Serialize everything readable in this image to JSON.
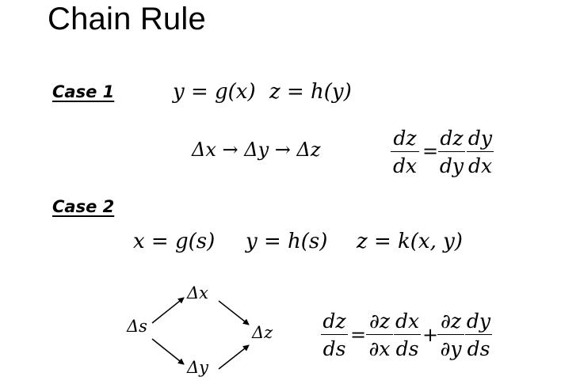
{
  "title": "Chain Rule",
  "case1": {
    "label": "Case 1",
    "eq_y": "y = g(x)",
    "eq_z": "z = h(y)",
    "chain": "Δx → Δy → Δz",
    "derivative": {
      "lhs_num": "dz",
      "lhs_den": "dx",
      "equals": "=",
      "t1_num": "dz",
      "t1_den": "dy",
      "t2_num": "dy",
      "t2_den": "dx"
    }
  },
  "case2": {
    "label": "Case 2",
    "eq_x": "x = g(s)",
    "eq_y": "y = h(s)",
    "eq_z": "z = k(x, y)",
    "diagram": {
      "node_s": "Δs",
      "node_x": "Δx",
      "node_y": "Δy",
      "node_z": "Δz"
    },
    "derivative": {
      "lhs_num": "dz",
      "lhs_den": "ds",
      "equals": "=",
      "t1a_num": "∂z",
      "t1a_den": "∂x",
      "t1b_num": "dx",
      "t1b_den": "ds",
      "plus": "+",
      "t2a_num": "∂z",
      "t2a_den": "∂y",
      "t2b_num": "dy",
      "t2b_den": "ds"
    }
  }
}
